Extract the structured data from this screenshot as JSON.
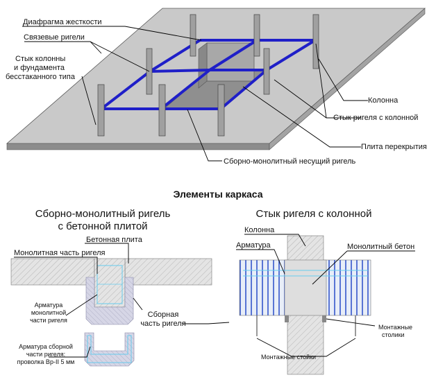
{
  "top_diagram": {
    "labels": {
      "diaphragm": "Диафрагма жесткости",
      "tie_beams": "Связевые ригели",
      "column_foundation_1": "Стык колонны",
      "column_foundation_2": "и фундамента",
      "column_foundation_3": "бесстаканного типа",
      "column": "Колонна",
      "beam_column_joint": "Стык ригеля с колонной",
      "floor_slab": "Плита перекрытия",
      "precast_monolithic_beam": "Сборно-монолитный несущий ригель"
    }
  },
  "section_title": "Элементы каркаса",
  "left_detail": {
    "title_line1": "Сборно-монолитный ригель",
    "title_line2": "с бетонной плитой",
    "labels": {
      "concrete_slab": "Бетонная плита",
      "monolithic_part": "Монолитная часть ригеля",
      "rebar_monolithic_1": "Арматура",
      "rebar_monolithic_2": "монолитной",
      "rebar_monolithic_3": "части ригеля",
      "precast_part_1": "Сборная",
      "precast_part_2": "часть ригеля",
      "rebar_precast_1": "Арматура сборной",
      "rebar_precast_2": "части ригеля:",
      "rebar_precast_3": "проволка Вр-II 5 мм"
    }
  },
  "right_detail": {
    "title": "Стык ригеля с колонной",
    "labels": {
      "column": "Колонна",
      "rebar": "Арматура",
      "monolithic_concrete": "Монолитный бетон",
      "mounting_tables_1": "Монтажные",
      "mounting_tables_2": "столики",
      "mounting_posts": "Монтажные стойки"
    }
  },
  "colors": {
    "slab_top": "#c8c8c8",
    "slab_edge": "#8a8a8a",
    "beam_blue": "#1a1acc",
    "column_gray": "#a0a0a0",
    "hatch_gray": "#d9d9d9",
    "rebar_cyan": "#66ccee",
    "rebar_blue": "#3355cc",
    "precast_lilac": "#c8c8dc"
  }
}
